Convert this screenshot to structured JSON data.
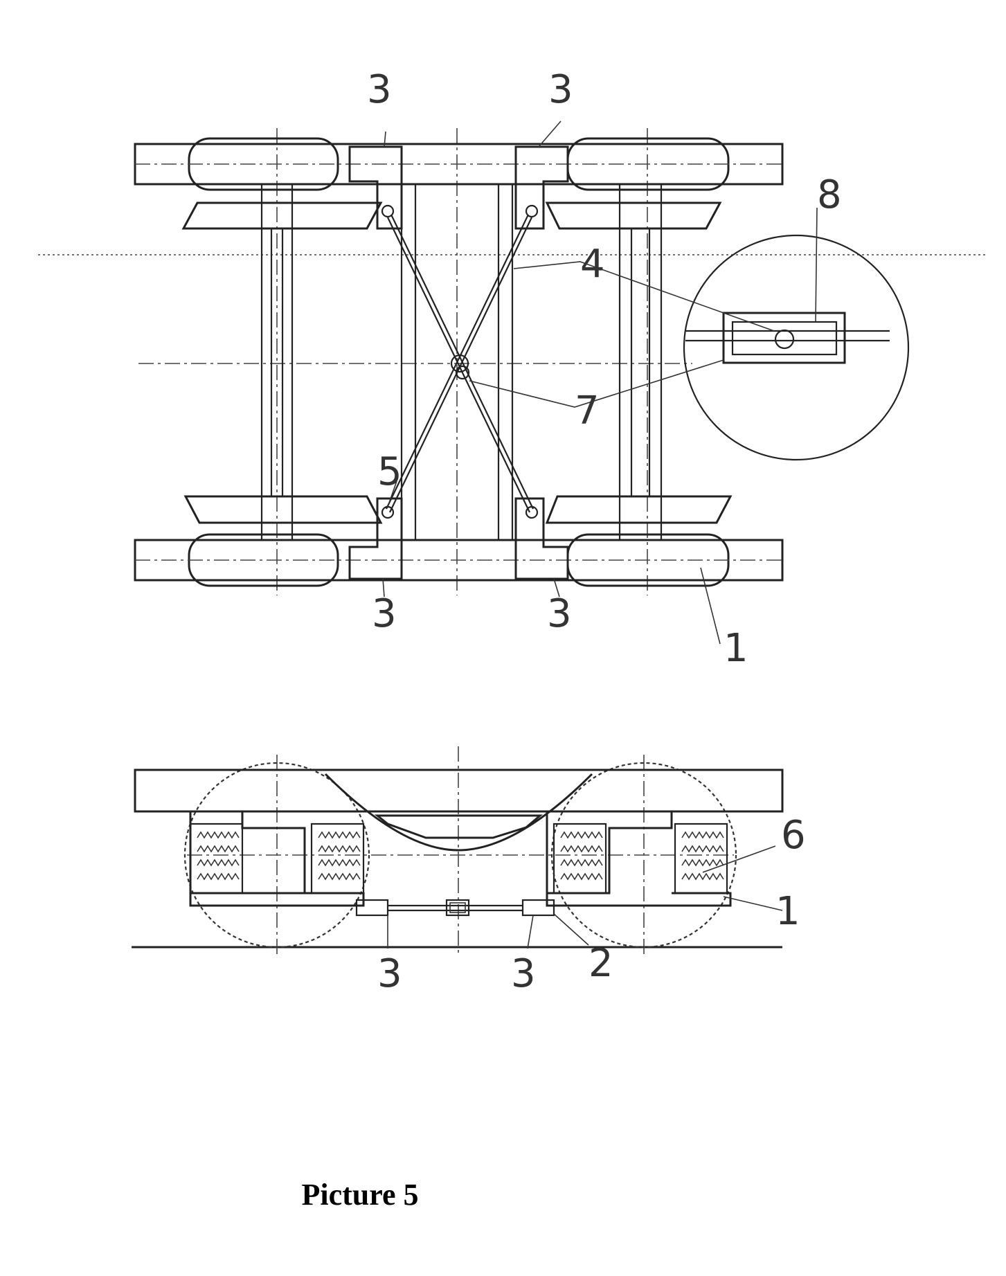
{
  "caption": "Picture 5",
  "labels": {
    "top_left_3": "3",
    "top_right_3": "3",
    "bottom_left_3": "3",
    "bottom_right_3": "3",
    "label_8": "8",
    "label_4": "4",
    "label_7": "7",
    "label_5": "5",
    "label_1_top": "1",
    "label_6": "6",
    "label_1_side": "1",
    "label_3_side_left": "3",
    "label_3_side_right": "3",
    "label_2": "2"
  }
}
